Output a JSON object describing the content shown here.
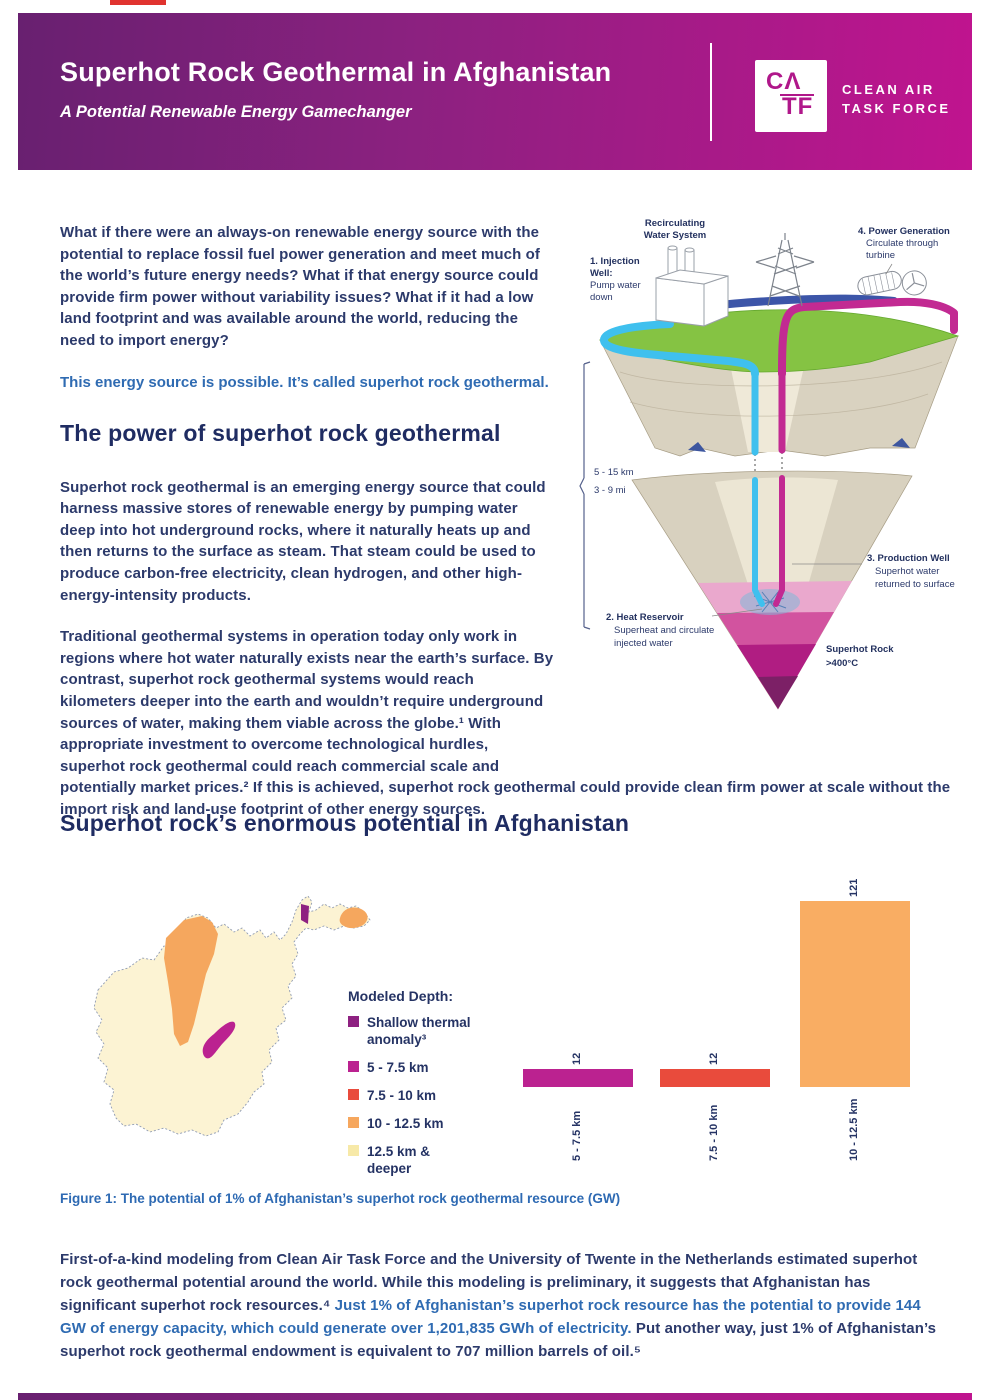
{
  "header": {
    "title": "Superhot Rock Geothermal in Afghanistan",
    "subtitle": "A Potential Renewable Energy Gamechanger",
    "logo": {
      "line1": "CΛ",
      "line2": "TF",
      "name_line1": "CLEAN AIR",
      "name_line2": "TASK FORCE"
    }
  },
  "intro": {
    "paragraph": "What if there were an always-on renewable energy source with the potential to replace fossil fuel power generation and meet much of the world’s future energy needs? What if that energy source could provide firm power without variability issues? What if it had a low land footprint and was available around the world, reducing the need to import energy?",
    "highlight": "This energy source is possible. It’s called superhot rock geothermal."
  },
  "section_power": {
    "heading": "The power of superhot rock geothermal",
    "p1": "Superhot rock geothermal is an emerging energy source that could harness massive stores of renewable energy by pumping water deep into hot underground rocks, where it naturally heats up and then returns to the surface as steam. That steam could be used to produce carbon-free electricity, clean hydrogen, and other high-energy-intensity products.",
    "p2": "Traditional geothermal systems in operation today only work in regions where hot water naturally exists near the earth’s surface. By contrast, superhot rock geothermal systems would reach kilometers deeper into the earth and wouldn’t require underground sources of water, making them viable across the globe.¹ With appropriate investment to overcome technological hurdles, superhot rock geothermal could reach commercial scale and potentially market prices.² If this is achieved, superhot rock geothermal could provide clean firm power at scale without the import risk and land-use footprint of other energy sources."
  },
  "diagram": {
    "recirculating_1": "Recirculating",
    "recirculating_2": "Water System",
    "injection_1": "1. Injection",
    "injection_2": "Well:",
    "injection_3": "Pump water",
    "injection_4": "down",
    "power_1": "4. Power Generation",
    "power_2": "Circulate through",
    "power_3": "turbine",
    "depth_km": "5 - 15 km",
    "depth_mi": "3 - 9 mi",
    "production_1": "3. Production Well",
    "production_2": "Superhot water",
    "production_3": "returned to surface",
    "reservoir_1": "2. Heat Reservoir",
    "reservoir_2": "Superheat and circulate",
    "reservoir_3": "injected water",
    "superhot_1": "Superhot Rock",
    "superhot_2": ">400°C"
  },
  "section_potential": {
    "heading": "Superhot rock’s enormous potential in Afghanistan"
  },
  "legend": {
    "title": "Modeled Depth:",
    "items": [
      {
        "label": "Shallow thermal anomaly³",
        "color": "#8e2181"
      },
      {
        "label": "5 - 7.5 km",
        "color": "#bb2290"
      },
      {
        "label": "7.5 - 10 km",
        "color": "#e94b3c"
      },
      {
        "label": "10 - 12.5 km",
        "color": "#f6a75e"
      },
      {
        "label": "12.5 km & deeper",
        "color": "#f7e9a8"
      }
    ]
  },
  "chart_data": {
    "type": "bar",
    "categories": [
      "5 - 7.5 km",
      "7.5 - 10 km",
      "10 - 12.5 km"
    ],
    "values": [
      12,
      12,
      121
    ],
    "colors": [
      "#bb2290",
      "#e94b3c",
      "#f9ad63"
    ],
    "units": "GW",
    "title": "",
    "xlabel": "",
    "ylabel": "",
    "ylim": [
      0,
      130
    ],
    "grid": false,
    "value_label_rotation": -90,
    "category_label_rotation": -90
  },
  "map": {
    "region_colors": {
      "base_12_5_km_and_deeper": "#fcf3d3",
      "region_10_12_5_km": "#f5a75e",
      "region_5_7_5_km": "#bb2290",
      "shallow_thermal_anomaly": "#8e2181"
    }
  },
  "figure_caption": "Figure 1: The potential of 1% of Afghanistan’s superhot rock geothermal resource (GW)",
  "closing": {
    "part1": "First-of-a-kind modeling from Clean Air Task Force and the University of Twente in the Netherlands estimated superhot rock geothermal potential around the world. While this modeling is preliminary, it suggests that Afghanistan has significant superhot rock resources.⁴ ",
    "highlight": "Just 1% of Afghanistan’s superhot rock resource has the potential to provide 144 GW of energy capacity, which could generate over 1,201,835 GWh of electricity.",
    "part2": " Put another way, just 1% of Afghanistan’s superhot rock geothermal endowment is equivalent to 707 million barrels of oil.⁵"
  }
}
